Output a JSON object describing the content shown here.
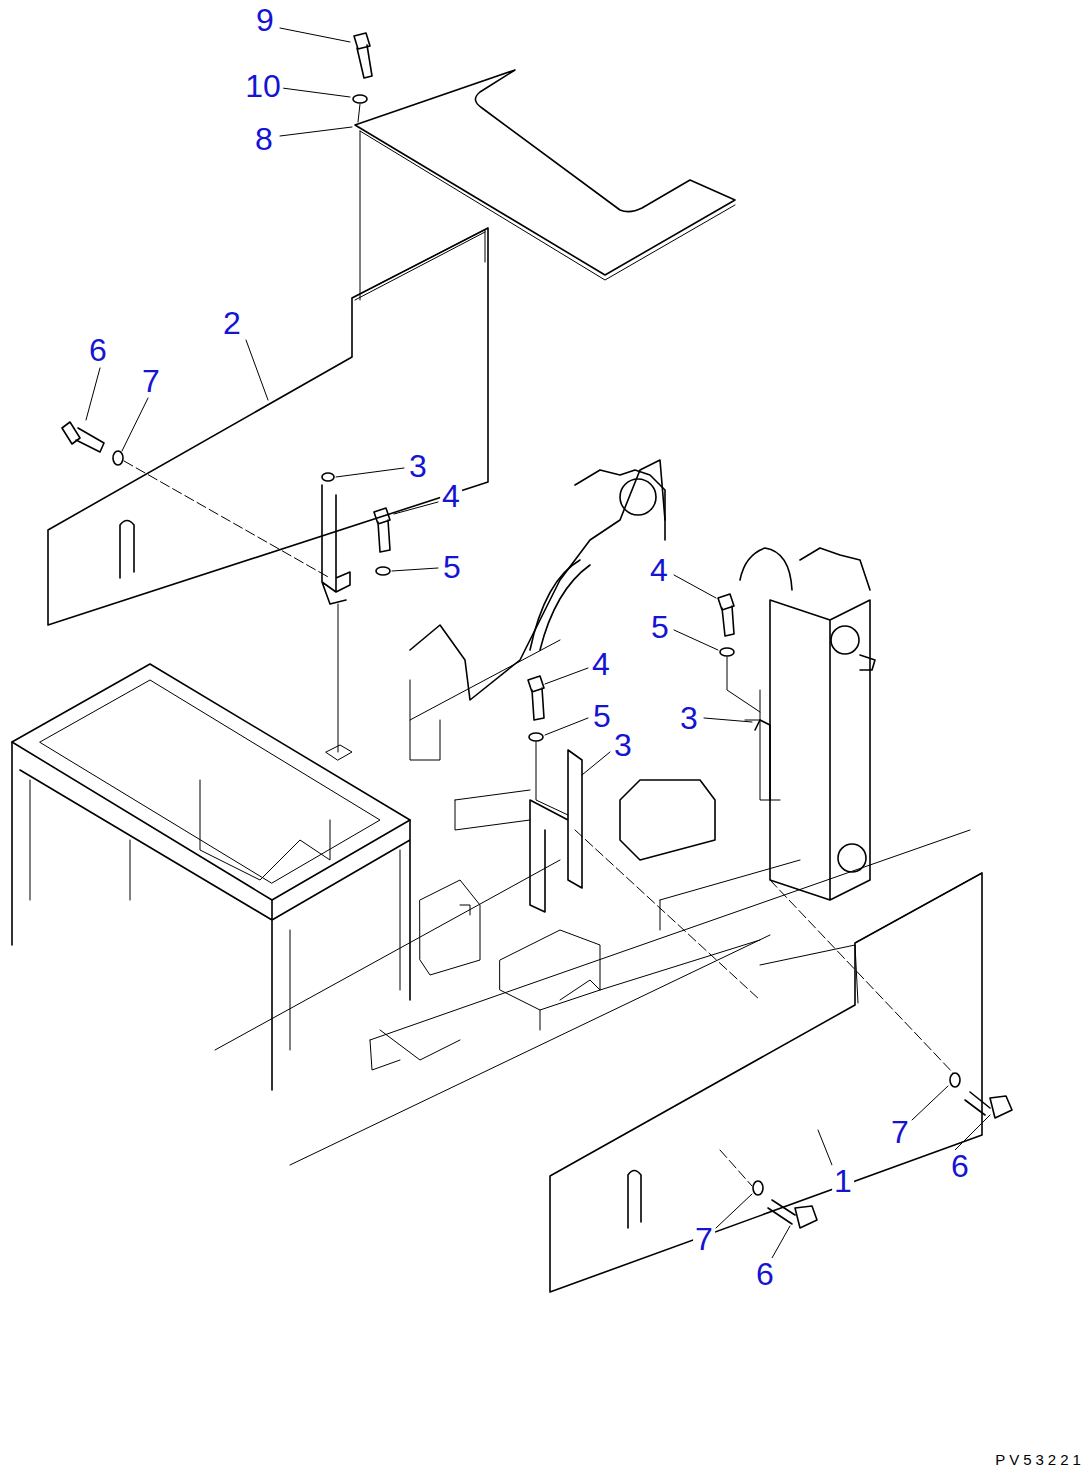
{
  "diagram": {
    "labels": [
      "9",
      "10",
      "8",
      "2",
      "6",
      "7",
      "3",
      "4",
      "5",
      "4",
      "5",
      "4",
      "5",
      "3",
      "3",
      "7",
      "1",
      "6",
      "7",
      "6",
      "PV53221"
    ]
  }
}
